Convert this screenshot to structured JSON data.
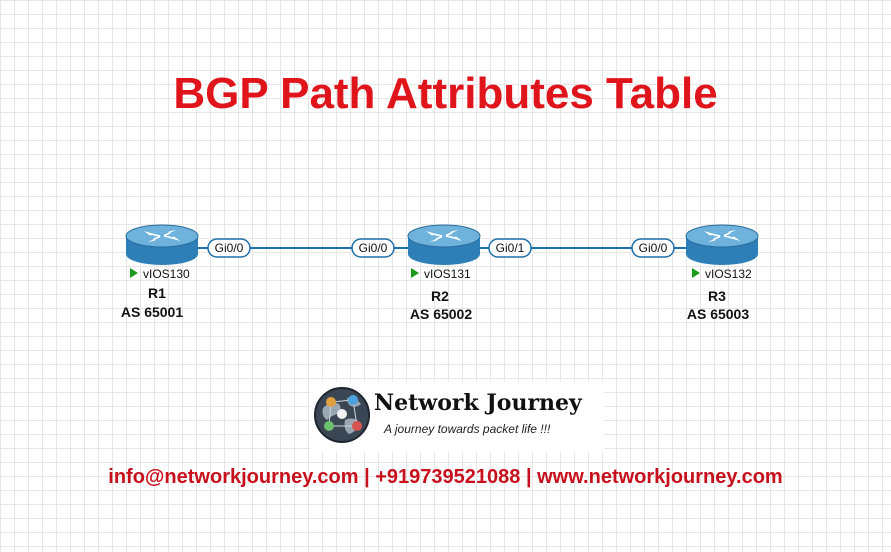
{
  "title": "BGP Path Attributes Table",
  "colors": {
    "title": "#e0141b",
    "contact": "#c8101c",
    "link": "#1f6fa8",
    "router_body": "#2e7fb8",
    "router_top": "#6fb3dc",
    "status_arrow": "#1a9a1a"
  },
  "routers": [
    {
      "name": "R1",
      "as": "AS 65001",
      "tag": "vIOS130",
      "icon": "router-icon"
    },
    {
      "name": "R2",
      "as": "AS 65002",
      "tag": "vIOS131",
      "icon": "router-icon"
    },
    {
      "name": "R3",
      "as": "AS 65003",
      "tag": "vIOS132",
      "icon": "router-icon"
    }
  ],
  "links": [
    {
      "from": "R1",
      "to": "R2",
      "from_iface": "Gi0/0",
      "to_iface": "Gi0/0"
    },
    {
      "from": "R2",
      "to": "R3",
      "from_iface": "Gi0/1",
      "to_iface": "Gi0/0"
    }
  ],
  "logo": {
    "name": "Network Journey",
    "tagline": "A journey towards packet life !!!",
    "icon": "globe-people-icon"
  },
  "contact": "info@networkjourney.com | +919739521088 | www.networkjourney.com"
}
